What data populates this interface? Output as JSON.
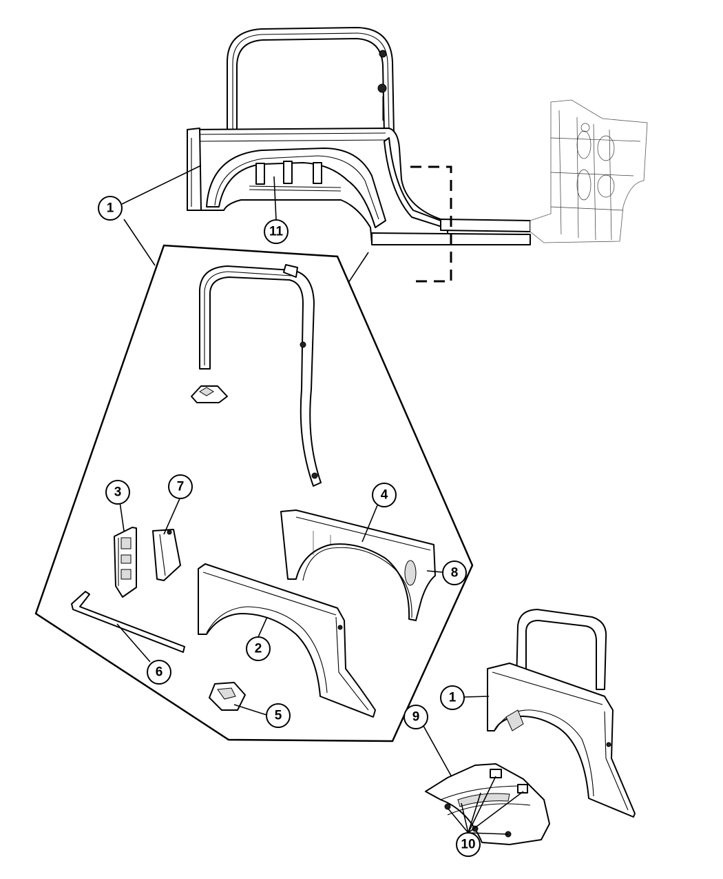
{
  "callouts": [
    {
      "id": "c1a",
      "label": "1"
    },
    {
      "id": "c11",
      "label": "11"
    },
    {
      "id": "c3",
      "label": "3"
    },
    {
      "id": "c7",
      "label": "7"
    },
    {
      "id": "c4",
      "label": "4"
    },
    {
      "id": "c8",
      "label": "8"
    },
    {
      "id": "c2",
      "label": "2"
    },
    {
      "id": "c6",
      "label": "6"
    },
    {
      "id": "c5",
      "label": "5"
    },
    {
      "id": "c1b",
      "label": "1"
    },
    {
      "id": "c9",
      "label": "9"
    },
    {
      "id": "c10",
      "label": "10"
    }
  ]
}
